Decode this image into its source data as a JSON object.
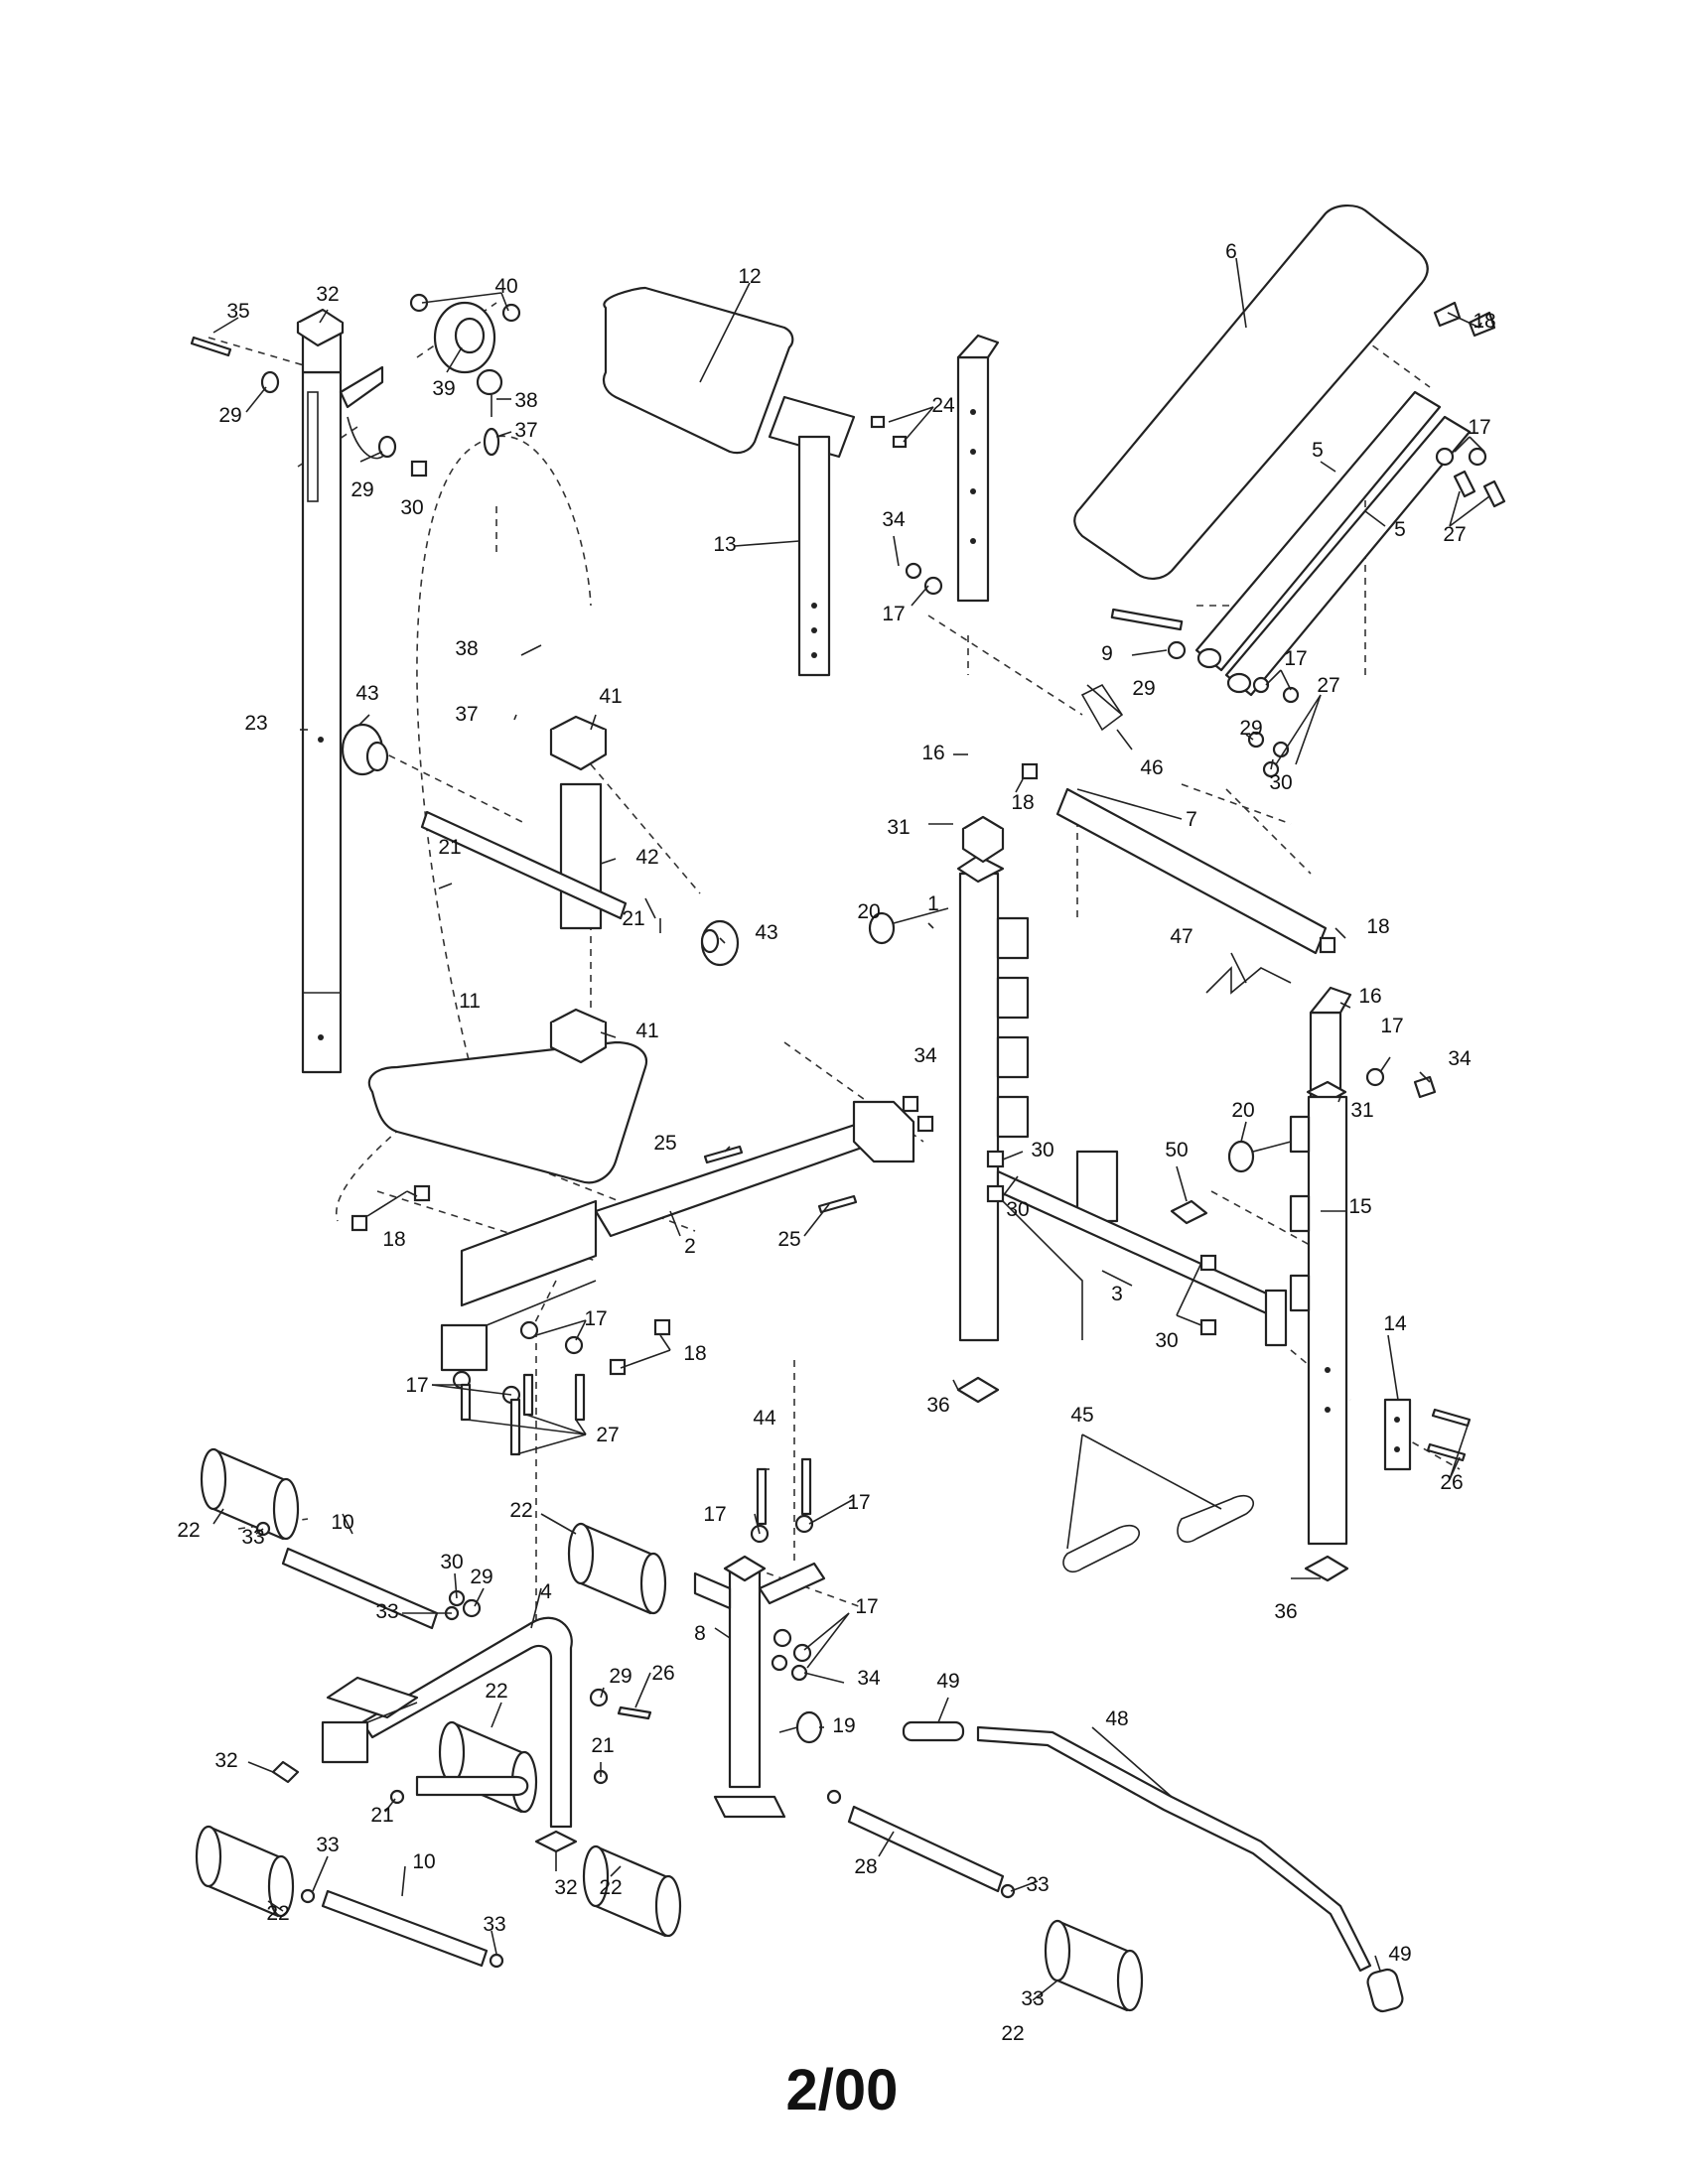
{
  "diagram": {
    "footer_date": "2/00",
    "callouts": [
      {
        "id": "c35",
        "label": "35"
      },
      {
        "id": "c32a",
        "label": "32"
      },
      {
        "id": "c40",
        "label": "40"
      },
      {
        "id": "c29a",
        "label": "29"
      },
      {
        "id": "c39",
        "label": "39"
      },
      {
        "id": "c38a",
        "label": "38"
      },
      {
        "id": "c37a",
        "label": "37"
      },
      {
        "id": "c29b",
        "label": "29"
      },
      {
        "id": "c30a",
        "label": "30"
      },
      {
        "id": "c12",
        "label": "12"
      },
      {
        "id": "c24",
        "label": "24"
      },
      {
        "id": "c13",
        "label": "13"
      },
      {
        "id": "c6",
        "label": "6"
      },
      {
        "id": "c18a",
        "label": "18"
      },
      {
        "id": "c5a",
        "label": "5"
      },
      {
        "id": "c17a",
        "label": "17"
      },
      {
        "id": "c5b",
        "label": "5"
      },
      {
        "id": "c27a",
        "label": "27"
      },
      {
        "id": "c34a",
        "label": "34"
      },
      {
        "id": "c17b",
        "label": "17"
      },
      {
        "id": "c9",
        "label": "9"
      },
      {
        "id": "c29c",
        "label": "29"
      },
      {
        "id": "c17c",
        "label": "17"
      },
      {
        "id": "c27b",
        "label": "27"
      },
      {
        "id": "c29d",
        "label": "29"
      },
      {
        "id": "c30b",
        "label": "30"
      },
      {
        "id": "c23",
        "label": "23"
      },
      {
        "id": "c43a",
        "label": "43"
      },
      {
        "id": "c38b",
        "label": "38"
      },
      {
        "id": "c37b",
        "label": "37"
      },
      {
        "id": "c41a",
        "label": "41"
      },
      {
        "id": "c16a",
        "label": "16"
      },
      {
        "id": "c46",
        "label": "46"
      },
      {
        "id": "c18b",
        "label": "18"
      },
      {
        "id": "c31a",
        "label": "31"
      },
      {
        "id": "c7",
        "label": "7"
      },
      {
        "id": "c21a",
        "label": "21"
      },
      {
        "id": "c42",
        "label": "42"
      },
      {
        "id": "c21b",
        "label": "21"
      },
      {
        "id": "c43b",
        "label": "43"
      },
      {
        "id": "c1",
        "label": "1"
      },
      {
        "id": "c20a",
        "label": "20"
      },
      {
        "id": "c18c",
        "label": "18"
      },
      {
        "id": "c47",
        "label": "47"
      },
      {
        "id": "c16b",
        "label": "16"
      },
      {
        "id": "c41b",
        "label": "41"
      },
      {
        "id": "c11",
        "label": "11"
      },
      {
        "id": "c17d",
        "label": "17"
      },
      {
        "id": "c34b",
        "label": "34"
      },
      {
        "id": "c34c",
        "label": "34"
      },
      {
        "id": "c31b",
        "label": "31"
      },
      {
        "id": "c20b",
        "label": "20"
      },
      {
        "id": "c25a",
        "label": "25"
      },
      {
        "id": "c30c",
        "label": "30"
      },
      {
        "id": "c50",
        "label": "50"
      },
      {
        "id": "c30d",
        "label": "30"
      },
      {
        "id": "c15",
        "label": "15"
      },
      {
        "id": "c18d",
        "label": "18"
      },
      {
        "id": "c2",
        "label": "2"
      },
      {
        "id": "c25b",
        "label": "25"
      },
      {
        "id": "c3",
        "label": "3"
      },
      {
        "id": "c30e",
        "label": "30"
      },
      {
        "id": "c17e",
        "label": "17"
      },
      {
        "id": "c18e",
        "label": "18"
      },
      {
        "id": "c14",
        "label": "14"
      },
      {
        "id": "c17f",
        "label": "17"
      },
      {
        "id": "c27c",
        "label": "27"
      },
      {
        "id": "c36a",
        "label": "36"
      },
      {
        "id": "c45",
        "label": "45"
      },
      {
        "id": "c26a",
        "label": "26"
      },
      {
        "id": "c22a",
        "label": "22"
      },
      {
        "id": "c10a",
        "label": "10"
      },
      {
        "id": "c44",
        "label": "44"
      },
      {
        "id": "c33a",
        "label": "33"
      },
      {
        "id": "c22b",
        "label": "22"
      },
      {
        "id": "c17g",
        "label": "17"
      },
      {
        "id": "c17h",
        "label": "17"
      },
      {
        "id": "c30f",
        "label": "30"
      },
      {
        "id": "c29e",
        "label": "29"
      },
      {
        "id": "c36b",
        "label": "36"
      },
      {
        "id": "c4",
        "label": "4"
      },
      {
        "id": "c33b",
        "label": "33"
      },
      {
        "id": "c8",
        "label": "8"
      },
      {
        "id": "c17i",
        "label": "17"
      },
      {
        "id": "c29f",
        "label": "29"
      },
      {
        "id": "c26b",
        "label": "26"
      },
      {
        "id": "c34d",
        "label": "34"
      },
      {
        "id": "c22c",
        "label": "22"
      },
      {
        "id": "c49a",
        "label": "49"
      },
      {
        "id": "c48",
        "label": "48"
      },
      {
        "id": "c19",
        "label": "19"
      },
      {
        "id": "c21c",
        "label": "21"
      },
      {
        "id": "c32b",
        "label": "32"
      },
      {
        "id": "c33c",
        "label": "33"
      },
      {
        "id": "c21d",
        "label": "21"
      },
      {
        "id": "c33d",
        "label": "33"
      },
      {
        "id": "c28",
        "label": "28"
      },
      {
        "id": "c10b",
        "label": "10"
      },
      {
        "id": "c22d",
        "label": "22"
      },
      {
        "id": "c32c",
        "label": "32"
      },
      {
        "id": "c22e",
        "label": "22"
      },
      {
        "id": "c33e",
        "label": "33"
      },
      {
        "id": "c49b",
        "label": "49"
      },
      {
        "id": "c33f",
        "label": "33"
      },
      {
        "id": "c22f",
        "label": "22"
      }
    ]
  }
}
